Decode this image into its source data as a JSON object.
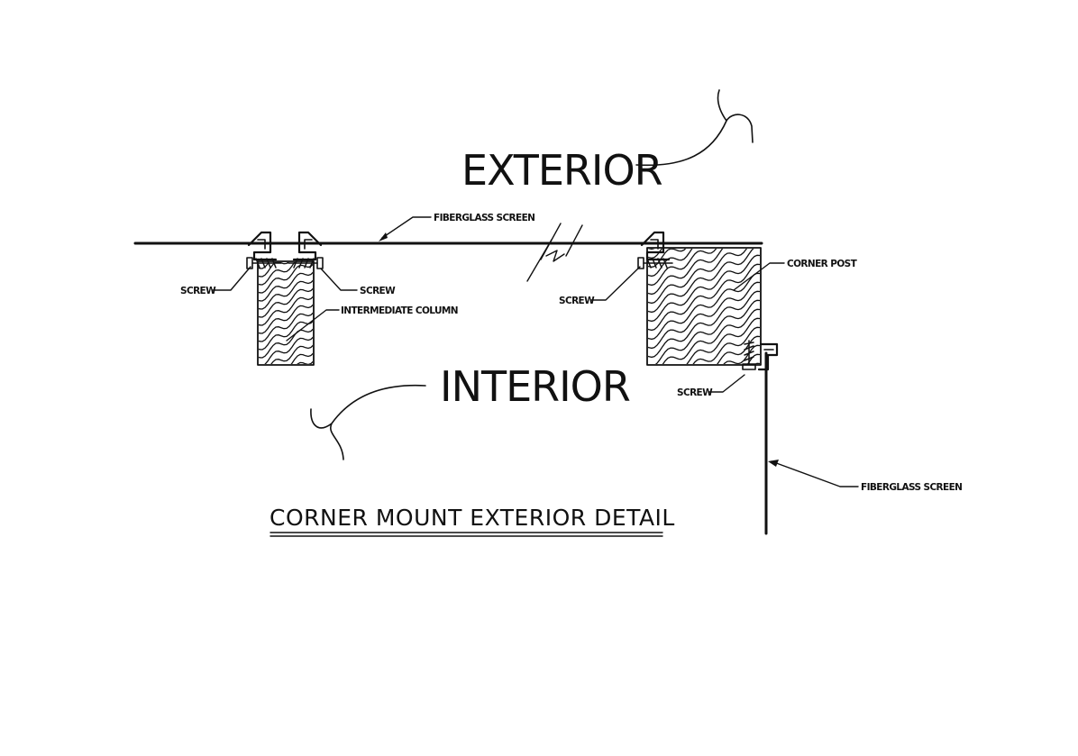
{
  "drawing": {
    "labels": {
      "exterior": "EXTERIOR",
      "interior": "INTERIOR",
      "fiberglass_screen_top": "FIBERGLASS SCREEN",
      "fiberglass_screen_side": "FIBERGLASS SCREEN",
      "screw_1": "SCREW",
      "screw_2": "SCREW",
      "screw_3": "SCREW",
      "screw_4": "SCREW",
      "intermediate_column": "INTERMEDIATE COLUMN",
      "corner_post": "CORNER POST"
    },
    "title": "CORNER MOUNT EXTERIOR DETAIL"
  }
}
